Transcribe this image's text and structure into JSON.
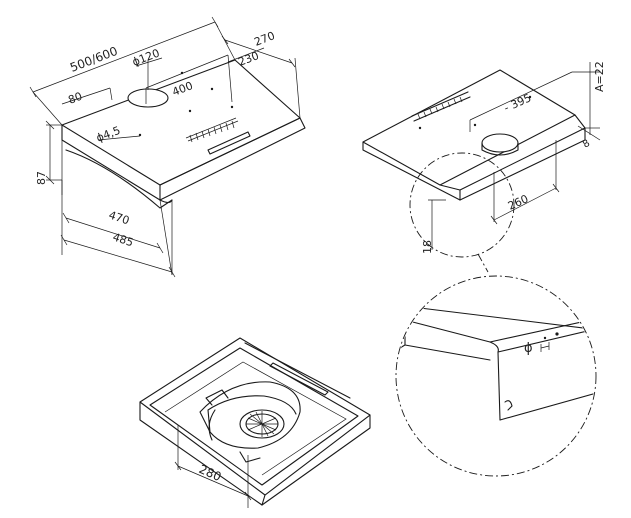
{
  "views": {
    "top_left": {
      "dims": {
        "width_500_600": "500/600",
        "d_270": "270",
        "d_230": "230",
        "d_400": "400",
        "phi_120": "ϕ120",
        "d_80": "80",
        "phi_4_5": "ϕ4,5",
        "d_87": "87",
        "d_470": "470",
        "d_485": "485"
      }
    },
    "top_right": {
      "dims": {
        "d_395": "- 395",
        "a_22": "A=22",
        "d_260": "260",
        "d_18": "18",
        "d_8": "8"
      }
    },
    "bottom": {
      "dims": {
        "d_280": "280"
      }
    },
    "detail": {
      "dims": {
        "phi": "ϕ"
      }
    }
  }
}
